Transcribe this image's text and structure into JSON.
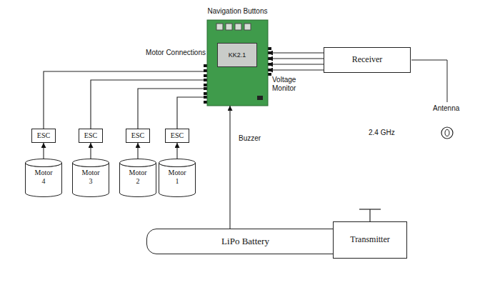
{
  "diagram": {
    "nodes": [
      {
        "text": [
          "Navigation Buttons"
        ]
      },
      {
        "text": [
          "KK2.1"
        ],
        "in": 0
      },
      {
        "text": [
          "Receiver"
        ]
      },
      {
        "text": [
          "ESC"
        ]
      },
      {
        "text": [
          "ESC"
        ]
      },
      {
        "text": [
          "ESC"
        ]
      },
      {
        "text": [
          "ESC"
        ]
      },
      {
        "text": [
          "Motor 4"
        ]
      },
      {
        "text": [
          "Motor 3"
        ]
      },
      {
        "text": [
          "Motor 2"
        ]
      },
      {
        "text": [
          "Motor 1"
        ]
      },
      {
        "text": [
          "LiPo Battery"
        ]
      },
      {
        "text": [
          "Transmitter"
        ]
      }
    ],
    "edges": [
      {
        "from": 2,
        "to": 0,
        "arrow": "to"
      },
      {
        "from": 2,
        "to": 0,
        "arrow": "to"
      },
      {
        "from": 2,
        "to": 0,
        "arrow": "to"
      },
      {
        "from": 2,
        "to": 0,
        "arrow": "to"
      },
      {
        "from": 3,
        "to": 0,
        "arrow": "none"
      },
      {
        "from": 4,
        "to": 0,
        "arrow": "none"
      },
      {
        "from": 5,
        "to": 0,
        "arrow": "none"
      },
      {
        "from": 6,
        "to": 0,
        "arrow": "none"
      },
      {
        "from": 7,
        "to": 3,
        "arrow": "to"
      },
      {
        "from": 8,
        "to": 4,
        "arrow": "to"
      },
      {
        "from": 9,
        "to": 5,
        "arrow": "to"
      },
      {
        "from": 10,
        "to": 6,
        "arrow": "to"
      },
      {
        "from": 11,
        "to": 0,
        "arrow": "to"
      }
    ],
    "labels": [
      "Motor Connections",
      "Voltage Monitor",
      "Buzzer",
      "Antenna",
      "2.4 GHz"
    ]
  }
}
